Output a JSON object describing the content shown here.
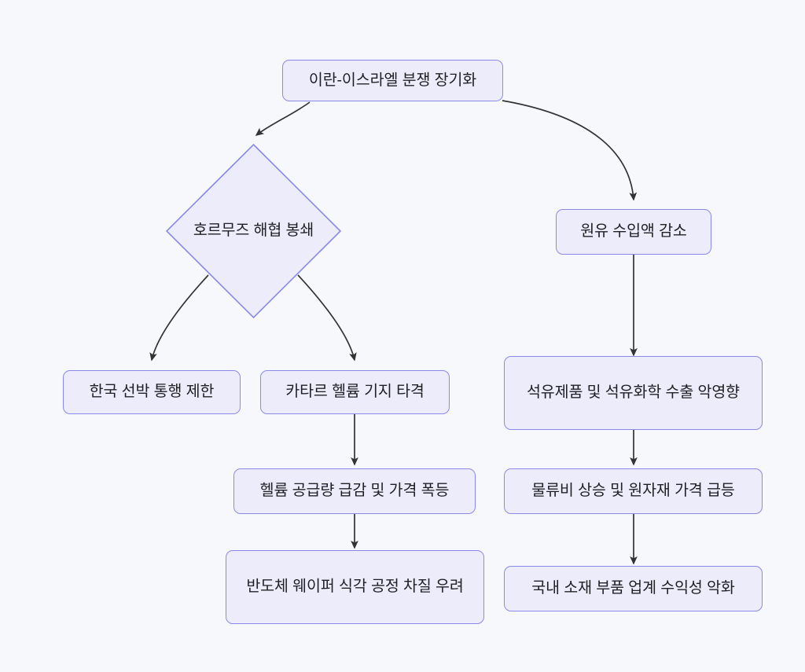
{
  "diagram": {
    "type": "flowchart",
    "direction": "top-down",
    "background_color": "#f6f8fb",
    "node_fill_color": "#ececfb",
    "node_border_color": "#8a8ae6",
    "node_text_color": "#1f2024",
    "edge_color": "#333333",
    "nodes": [
      {
        "id": "conflict",
        "label": "이란-이스라엘 분쟁 장기화",
        "shape": "rounded-rect",
        "clipped": true
      },
      {
        "id": "hormuz",
        "label": "호르무즈 해협 봉쇄",
        "shape": "diamond",
        "clipped": true
      },
      {
        "id": "crude",
        "label": "원유 수입액 감소",
        "shape": "rounded-rect",
        "clipped": true
      },
      {
        "id": "korean-ships",
        "label": "한국 선박 통행 제한",
        "shape": "rounded-rect",
        "clipped": true
      },
      {
        "id": "qatar-helium",
        "label": "카타르 헬륨 기지 타격",
        "shape": "rounded-rect",
        "clipped": true
      },
      {
        "id": "petchem-export",
        "label": "석유제품 및 석유화학 수출 악영향",
        "shape": "rounded-rect",
        "clipped": false
      },
      {
        "id": "helium-supply",
        "label": "헬륨 공급량 급감 및 가격 폭등",
        "shape": "rounded-rect",
        "clipped": true
      },
      {
        "id": "logistics-cost",
        "label": "물류비 상승 및 원자재 가격 급등",
        "shape": "rounded-rect",
        "clipped": true
      },
      {
        "id": "semiconductor",
        "label": "반도체 웨이퍼 식각 공정 차질 우려",
        "shape": "rounded-rect",
        "clipped": false
      },
      {
        "id": "domestic-parts",
        "label": "국내 소재 부품 업계 수익성 악화",
        "shape": "rounded-rect",
        "clipped": true
      }
    ],
    "edges": [
      {
        "from": "conflict",
        "to": "hormuz",
        "style": "curved",
        "arrow": "filled-triangle"
      },
      {
        "from": "conflict",
        "to": "crude",
        "style": "curved",
        "arrow": "filled-triangle"
      },
      {
        "from": "hormuz",
        "to": "korean-ships",
        "style": "curved",
        "arrow": "filled-triangle"
      },
      {
        "from": "hormuz",
        "to": "qatar-helium",
        "style": "curved",
        "arrow": "filled-triangle"
      },
      {
        "from": "crude",
        "to": "petchem-export",
        "style": "straight",
        "arrow": "filled-triangle"
      },
      {
        "from": "qatar-helium",
        "to": "helium-supply",
        "style": "straight",
        "arrow": "filled-triangle"
      },
      {
        "from": "petchem-export",
        "to": "logistics-cost",
        "style": "straight",
        "arrow": "filled-triangle"
      },
      {
        "from": "helium-supply",
        "to": "semiconductor",
        "style": "straight",
        "arrow": "filled-triangle"
      },
      {
        "from": "logistics-cost",
        "to": "domestic-parts",
        "style": "straight",
        "arrow": "filled-triangle"
      }
    ]
  }
}
